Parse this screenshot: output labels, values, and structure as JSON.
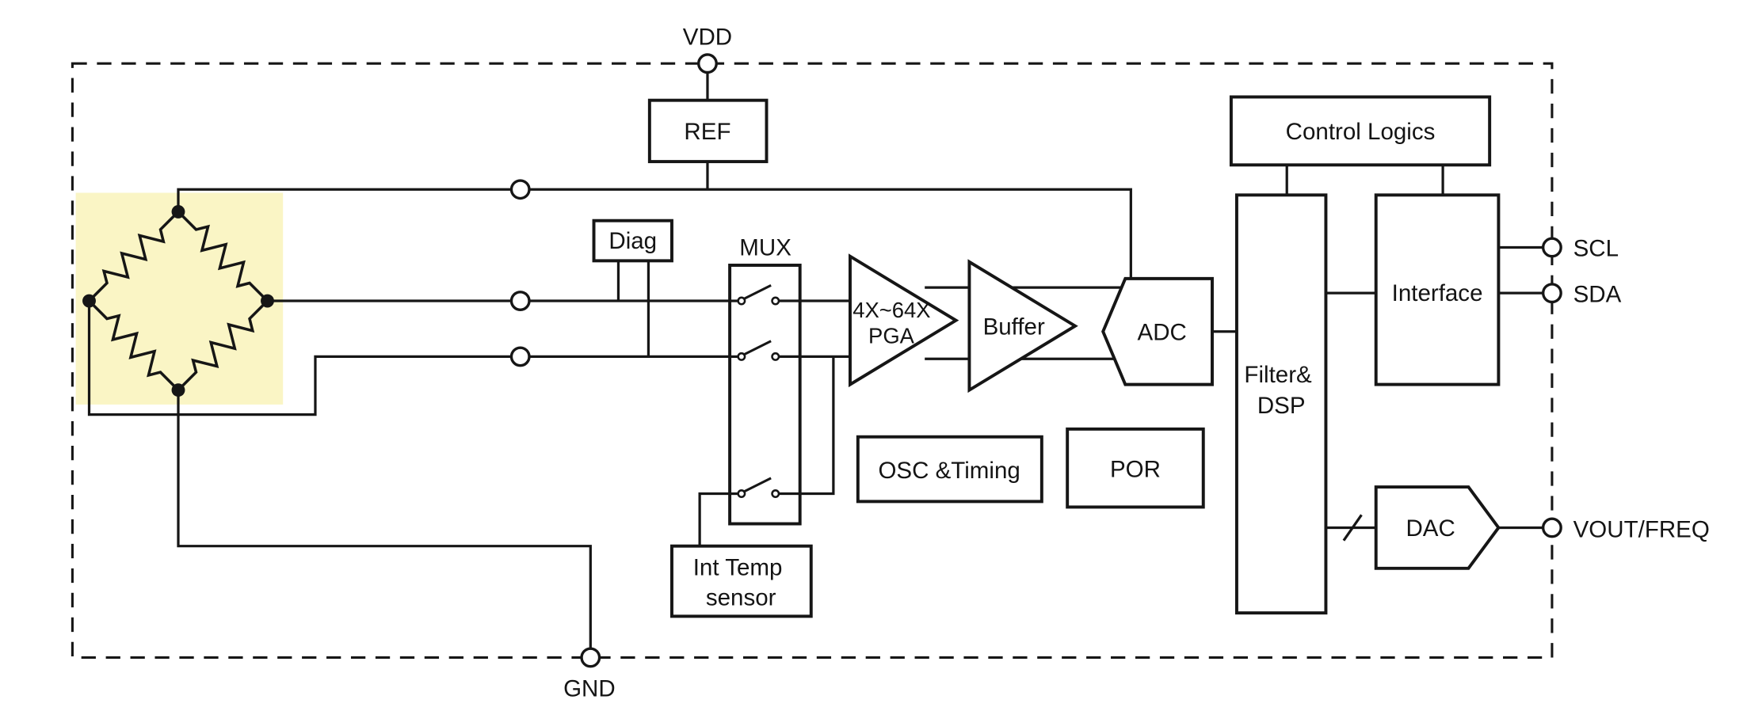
{
  "pins": {
    "vdd": "VDD",
    "gnd": "GND",
    "scl": "SCL",
    "sda": "SDA",
    "vout_freq": "VOUT/FREQ"
  },
  "blocks": {
    "ref": "REF",
    "diag": "Diag",
    "mux": "MUX",
    "pga": {
      "line1": "4X~64X",
      "line2": "PGA"
    },
    "buffer": "Buffer",
    "adc": "ADC",
    "osc_timing": "OSC &Timing",
    "por": "POR",
    "int_temp": {
      "line1": "Int Temp",
      "line2": "sensor"
    },
    "filter_dsp": {
      "line1": "Filter&",
      "line2": "DSP"
    },
    "control_logics": "Control Logics",
    "interface": "Interface",
    "dac": "DAC"
  },
  "colors": {
    "line": "#161616",
    "bridge_highlight": "#faf5c5",
    "background": "#ffffff"
  }
}
